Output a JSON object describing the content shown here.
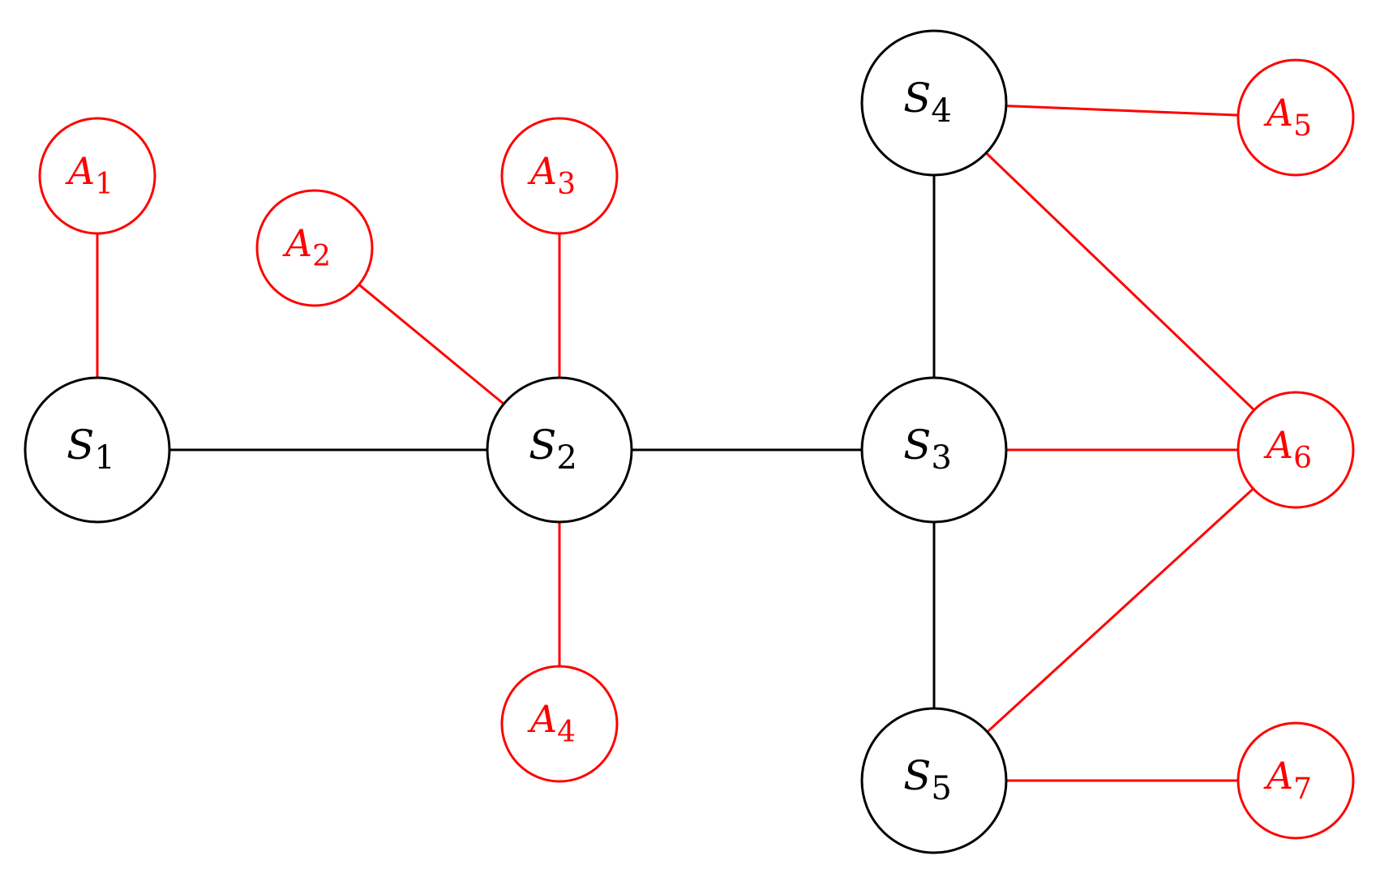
{
  "colors": {
    "s_node": "#000000",
    "a_node": "#ff0000",
    "s_edge": "#000000",
    "a_edge": "#ff0000"
  },
  "nodes": [
    {
      "id": "S1",
      "letter": "S",
      "sub": "1",
      "kind": "s"
    },
    {
      "id": "S2",
      "letter": "S",
      "sub": "2",
      "kind": "s"
    },
    {
      "id": "S3",
      "letter": "S",
      "sub": "3",
      "kind": "s"
    },
    {
      "id": "S4",
      "letter": "S",
      "sub": "4",
      "kind": "s"
    },
    {
      "id": "S5",
      "letter": "S",
      "sub": "5",
      "kind": "s"
    },
    {
      "id": "A1",
      "letter": "A",
      "sub": "1",
      "kind": "a"
    },
    {
      "id": "A2",
      "letter": "A",
      "sub": "2",
      "kind": "a"
    },
    {
      "id": "A3",
      "letter": "A",
      "sub": "3",
      "kind": "a"
    },
    {
      "id": "A4",
      "letter": "A",
      "sub": "4",
      "kind": "a"
    },
    {
      "id": "A5",
      "letter": "A",
      "sub": "5",
      "kind": "a"
    },
    {
      "id": "A6",
      "letter": "A",
      "sub": "6",
      "kind": "a"
    },
    {
      "id": "A7",
      "letter": "A",
      "sub": "7",
      "kind": "a"
    }
  ],
  "edges": [
    {
      "from": "S1",
      "to": "S2",
      "kind": "s"
    },
    {
      "from": "S2",
      "to": "S3",
      "kind": "s"
    },
    {
      "from": "S3",
      "to": "S4",
      "kind": "s"
    },
    {
      "from": "S3",
      "to": "S5",
      "kind": "s"
    },
    {
      "from": "A1",
      "to": "S1",
      "kind": "a"
    },
    {
      "from": "A2",
      "to": "S2",
      "kind": "a"
    },
    {
      "from": "A3",
      "to": "S2",
      "kind": "a"
    },
    {
      "from": "A4",
      "to": "S2",
      "kind": "a"
    },
    {
      "from": "A5",
      "to": "S4",
      "kind": "a"
    },
    {
      "from": "A6",
      "to": "S4",
      "kind": "a"
    },
    {
      "from": "A6",
      "to": "S3",
      "kind": "a"
    },
    {
      "from": "A6",
      "to": "S5",
      "kind": "a"
    },
    {
      "from": "A7",
      "to": "S5",
      "kind": "a"
    }
  ]
}
